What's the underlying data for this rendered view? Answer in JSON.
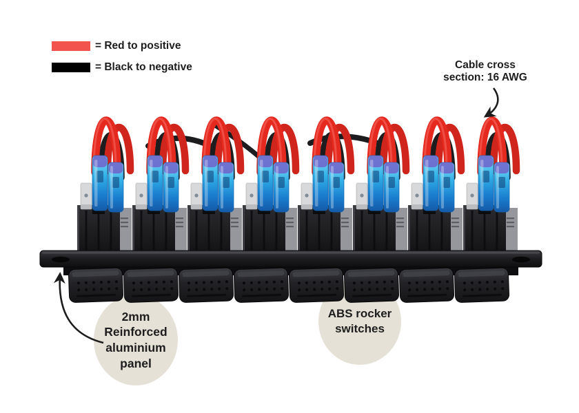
{
  "colors": {
    "background": "#ffffff",
    "badge_background": "#e6e1d7",
    "annotation_text": "#1d1d1d",
    "wire_red": "#e5291e",
    "wire_black": "#1d1d1f",
    "connector_blue": "#2fa8e1",
    "panel_black": "#1a1a1c"
  },
  "legend": {
    "items": [
      {
        "label": "= Red to positive",
        "swatch_color": "#f2544d"
      },
      {
        "label": "= Black to negative",
        "swatch_color": "#000000"
      }
    ]
  },
  "annotations": {
    "cable_note": "Cable cross section: 16 AWG",
    "panel_badge": "2mm Reinforced aluminium panel",
    "rocker_badge": "ABS rocker switches"
  }
}
